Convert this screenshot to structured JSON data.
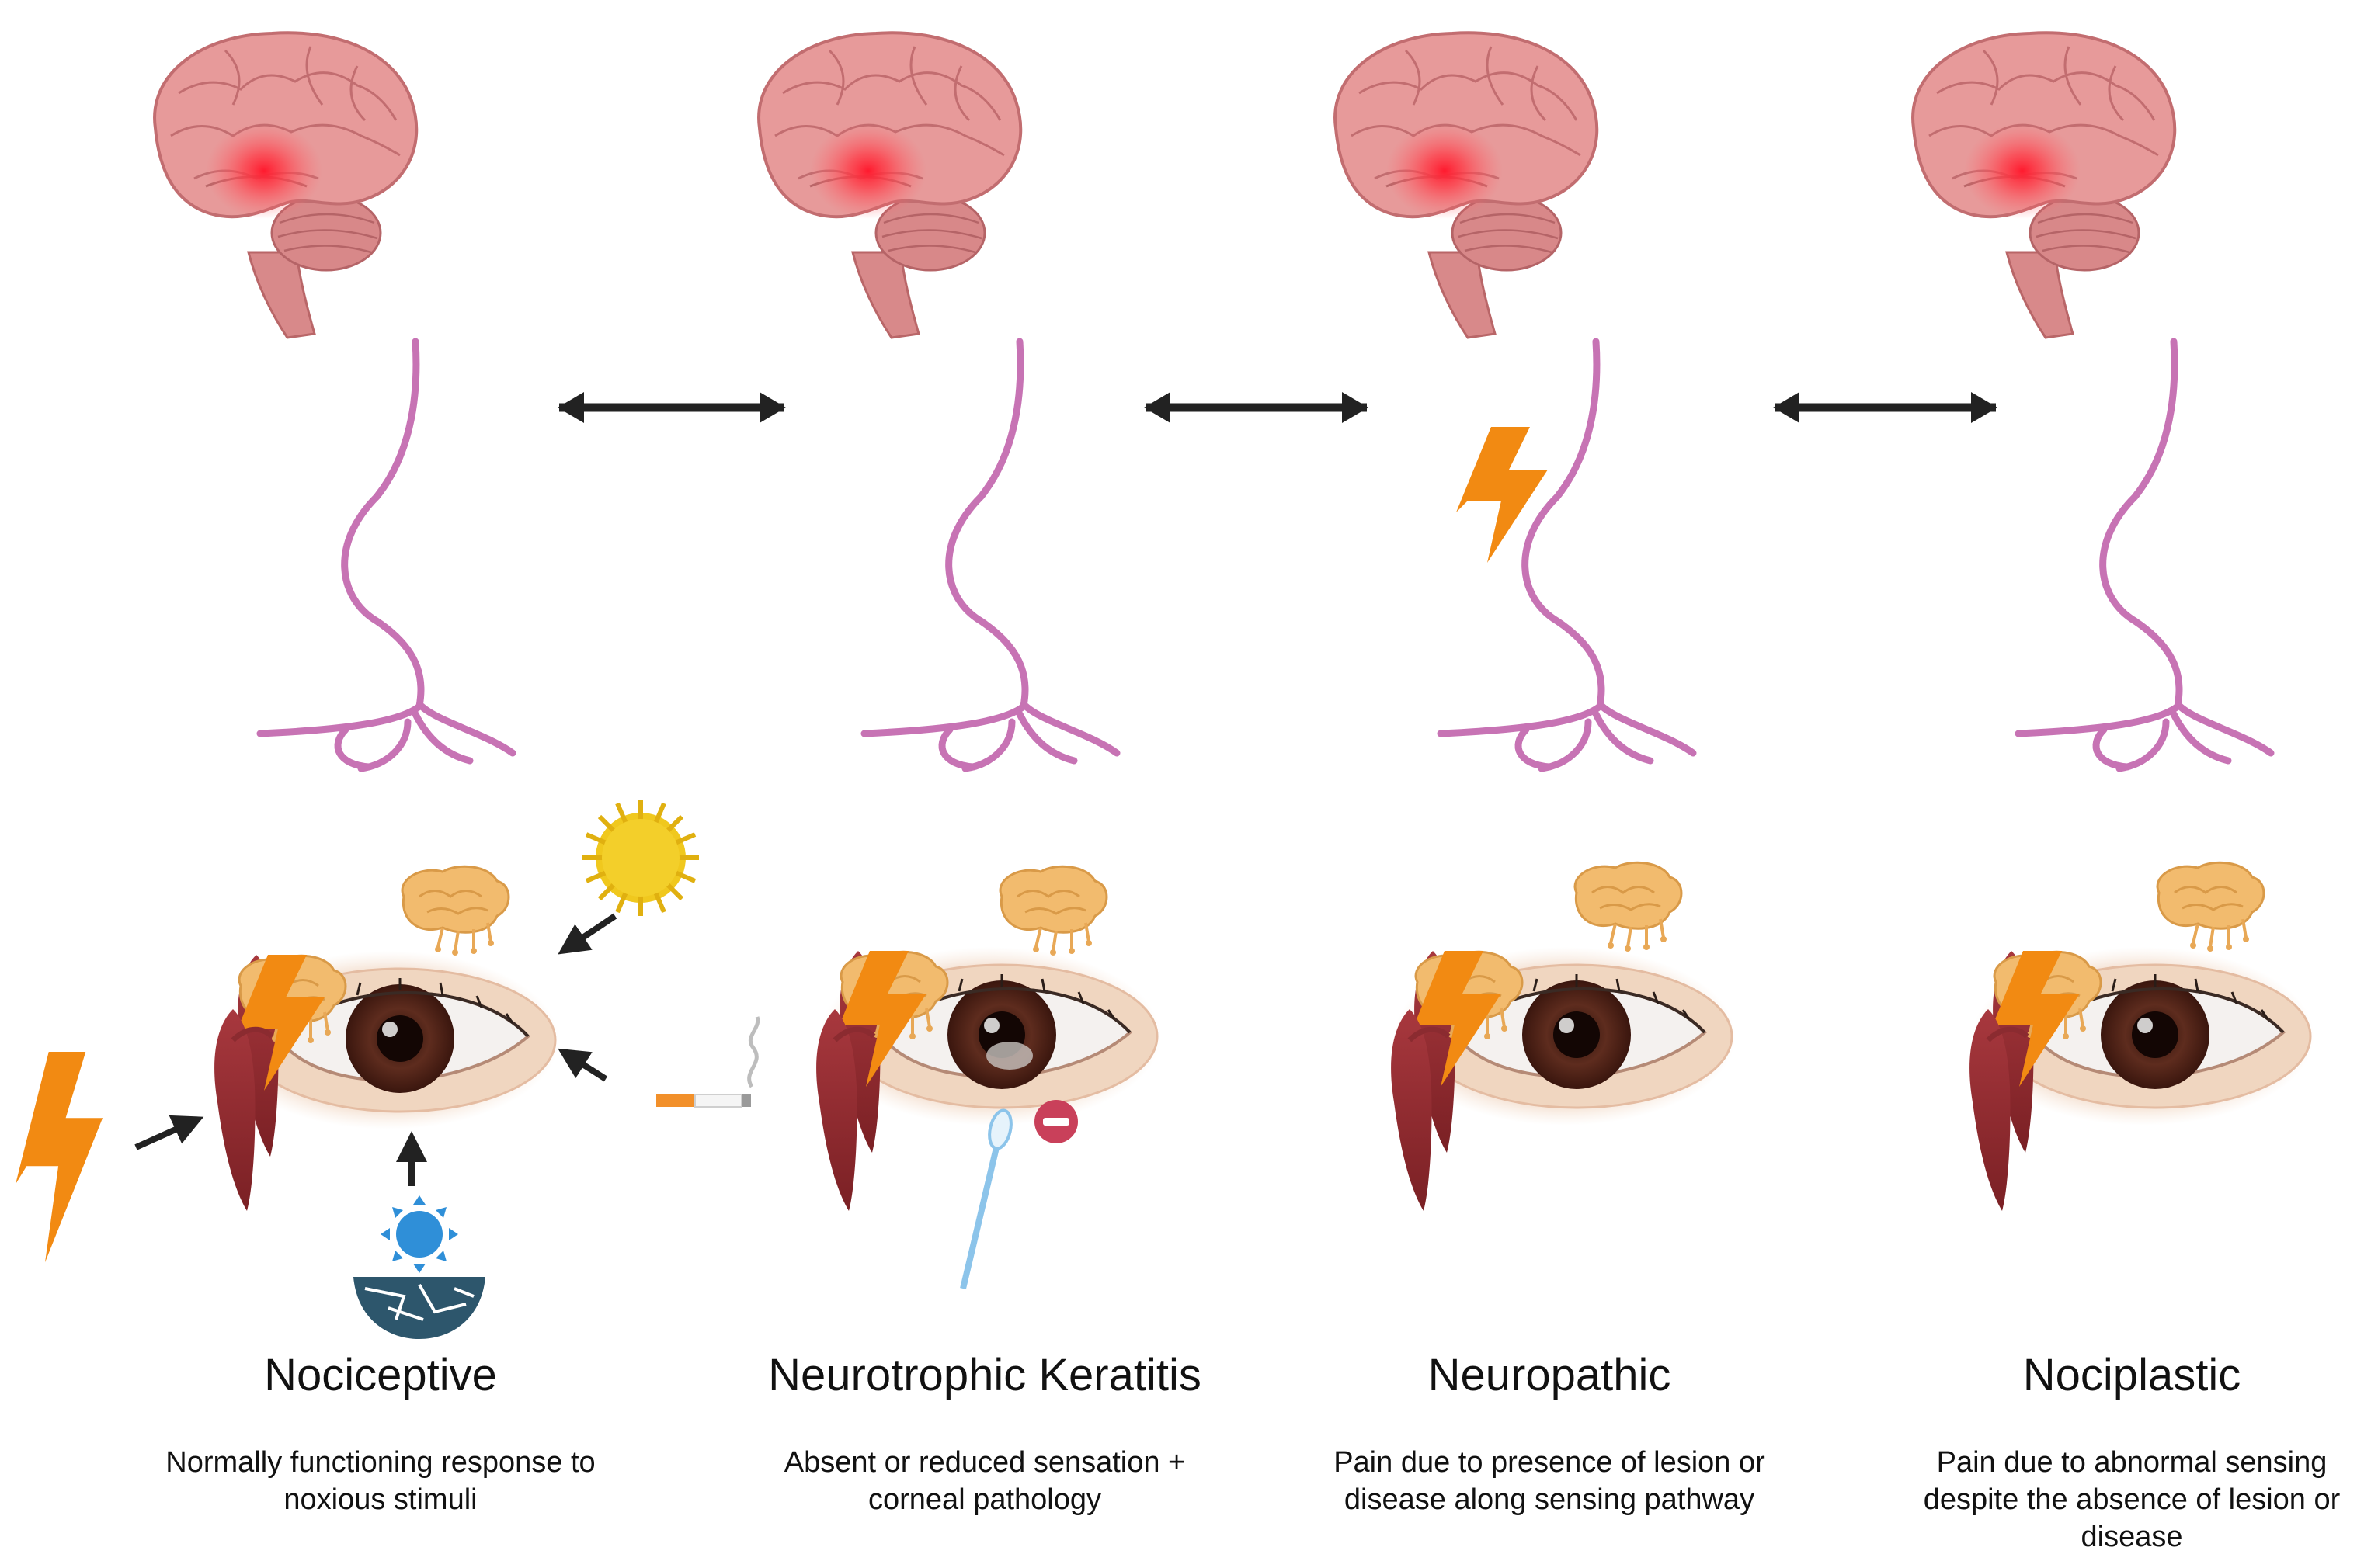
{
  "colors": {
    "brain": "#e79a9a",
    "brain_dark": "#c76f72",
    "pain_glow": "#ff2030",
    "nerve": "#c773b4",
    "arrow": "#222222",
    "bolt": "#f28a12",
    "iris": "#5a2a1e",
    "lacrimal_gland": "#f2bb6e",
    "sun": "#2f8fd8",
    "pollen": "#f0c81e",
    "ground": "#2d566c",
    "swab": "#8cc4ea",
    "minus": "#c9405a"
  },
  "columns": [
    {
      "title": "Nociceptive",
      "description": [
        "Normally functioning response to",
        "noxious stimuli"
      ],
      "stimuli": [
        "lightning-bolt-icon",
        "pollen-icon",
        "cigarette-icon",
        "sun-over-cracked-ground-icon"
      ]
    },
    {
      "title": "Neurotrophic Keratitis",
      "description": [
        "Absent or reduced sensation +",
        "corneal pathology"
      ],
      "stimuli": [
        "cotton-swab-icon",
        "minus-icon"
      ]
    },
    {
      "title": "Neuropathic",
      "description": [
        "Pain due to presence of lesion or",
        "disease along sensing pathway"
      ],
      "stimuli": [
        "lightning-bolt-icon"
      ]
    },
    {
      "title": "Nociplastic",
      "description": [
        "Pain due to abnormal sensing",
        "despite the absence of lesion or",
        "disease"
      ],
      "stimuli": []
    }
  ]
}
